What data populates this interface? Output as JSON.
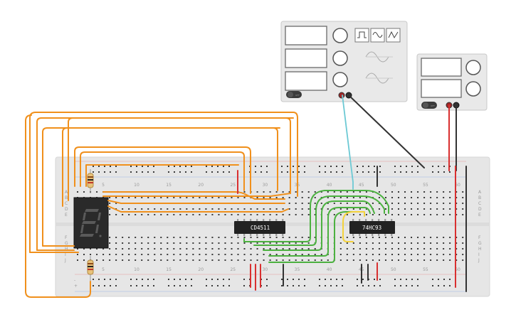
{
  "breadcrumb_title": "",
  "chips": [
    {
      "id": "u1",
      "label": "CD4511"
    },
    {
      "id": "u2",
      "label": "74HC93"
    }
  ],
  "breadboard": {
    "column_numbers": [
      "5",
      "10",
      "15",
      "20",
      "25",
      "30",
      "35",
      "40",
      "45",
      "50",
      "55",
      "60"
    ],
    "row_letters_top": [
      "A",
      "B",
      "C",
      "D",
      "E"
    ],
    "row_letters_bottom": [
      "F",
      "G",
      "H",
      "I",
      "J"
    ],
    "rail_plus": "+",
    "rail_minus": "-"
  },
  "function_generator": {
    "waveforms": [
      "square-wave-icon",
      "sine-wave-icon",
      "triangle-wave-icon"
    ],
    "power_label": "OFF"
  },
  "power_supply": {
    "power_label": "OFF"
  },
  "colors": {
    "orange_wire": "#f0901c",
    "green_wire": "#4cb140",
    "yellow_wire": "#f4d23c",
    "cyan_wire": "#6cc9d4",
    "red_wire": "#d93030",
    "black_wire": "#333333",
    "chip": "#222222",
    "breadboard": "#e6e6e6"
  }
}
